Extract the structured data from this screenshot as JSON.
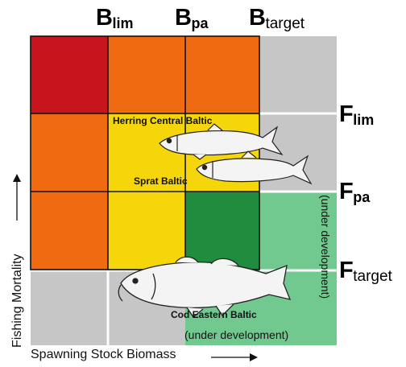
{
  "reference_points": {
    "biomass": [
      {
        "main": "B",
        "sub": "lim"
      },
      {
        "main": "B",
        "sub": "pa"
      },
      {
        "main": "B",
        "sub": "target"
      }
    ],
    "fishing": [
      {
        "main": "F",
        "sub": "lim"
      },
      {
        "main": "F",
        "sub": "pa"
      },
      {
        "main": "F",
        "sub": "target"
      }
    ]
  },
  "stocks": {
    "herring": "Herring Central Baltic",
    "sprat": "Sprat Baltic",
    "cod": "Cod Eastern Baltic"
  },
  "axes": {
    "x_label": "Spawning Stock Biomass",
    "y_label": "Fishing Mortality"
  },
  "notes": {
    "under_development_bottom": "(under development)",
    "under_development_side": "(under development)"
  },
  "colors": {
    "dark_red": "#c8151d",
    "orange": "#f06a12",
    "yellow": "#f5d60a",
    "dark_green": "#1f8c3e",
    "light_green": "#72c98f",
    "gray": "#c6c6c6",
    "fish_fill": "#f4f4f4"
  }
}
